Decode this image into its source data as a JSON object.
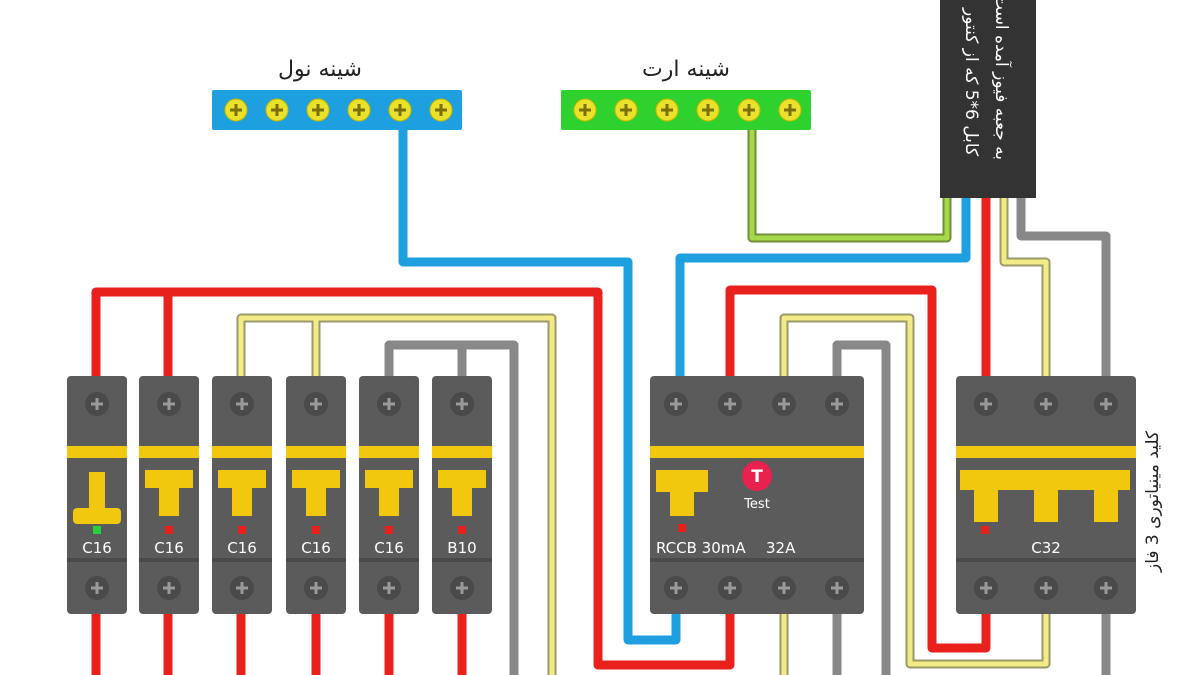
{
  "neutral_bus": {
    "label": "شینه نول",
    "terminal_count": 6,
    "color": "#1E9FE0"
  },
  "earth_bus": {
    "label": "شینه ارت",
    "terminal_count": 6,
    "color": "#2ED12E"
  },
  "supply_cable": {
    "line1": "کابل 6*5 که از کنتور",
    "line2": "به جعبه فیوز آمده است",
    "color": "#333333"
  },
  "rccb": {
    "label": "RCCB 30mA",
    "rating": "32A",
    "test_label": "Test",
    "test_button_letter": "T"
  },
  "mcbs": [
    {
      "rating": "C16",
      "indicator": "green"
    },
    {
      "rating": "C16",
      "indicator": "red"
    },
    {
      "rating": "C16",
      "indicator": "red"
    },
    {
      "rating": "C16",
      "indicator": "red"
    },
    {
      "rating": "C16",
      "indicator": "red"
    },
    {
      "rating": "B10",
      "indicator": "red"
    }
  ],
  "three_phase_breaker": {
    "rating": "C32",
    "side_label": "کلید مینیاتوری 3 فاز"
  },
  "colors": {
    "phase": "#E8211C",
    "phase_yellow": "#F3EC86",
    "phase_gray": "#888888",
    "neutral": "#1E9FE0",
    "earth": "#A6D94A",
    "breaker_body": "#5B5B5B",
    "breaker_band": "#F2C80F",
    "terminal": "#4A4A4A"
  }
}
